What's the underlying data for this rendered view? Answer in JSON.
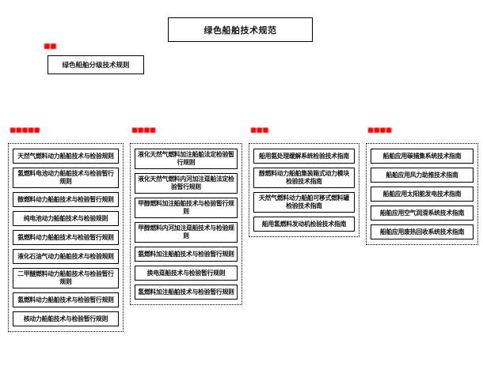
{
  "title": {
    "label": "绿色船舶技术规范"
  },
  "level2": {
    "note": "■■",
    "label": "绿色船舶分级技术规则"
  },
  "columns": [
    {
      "header": "■■■■■",
      "items": [
        {
          "label": "天然气燃料动力船舶技术与检验规则"
        },
        {
          "label": "氢燃料电池动力船舶技术与检验暂行规则"
        },
        {
          "label": "醇燃料动力船舶技术与检验暂行规则"
        },
        {
          "label": "纯电池动力船舶技术与检验规则"
        },
        {
          "label": "氨燃料动力船舶技术与检验暂行规则"
        },
        {
          "label": "液化石油气动力船舶技术与检验规则"
        },
        {
          "label": "二甲醚燃料动力船舶技术与检验暂行规则"
        },
        {
          "label": "氢燃料动力船舶技术与检验暂行规则"
        },
        {
          "label": "核动力船舶技术与检验暂行规则"
        }
      ]
    },
    {
      "header": "■■■■",
      "items": [
        {
          "label": "液化天然气燃料加注船舶法定检验暂行规则"
        },
        {
          "label": "液化天然气燃料内河加注趸船法定检验暂行规则"
        },
        {
          "label": "甲醇燃料加注船舶技术与检验暂行规则"
        },
        {
          "label": "甲醇燃料内河加注趸船技术与检验规则"
        },
        {
          "label": "氨燃料加注船舶技术与检验暂行规则"
        },
        {
          "label": "换电趸船技术与检验暂行规则"
        },
        {
          "label": "氢燃料加注船舶技术与检验暂行规则"
        }
      ]
    },
    {
      "header": "■■■",
      "items": [
        {
          "label": "船用氨处理缓解系统检验技术指南"
        },
        {
          "label": "醇燃料动力船舶集装箱式动力模块检验技术指南"
        },
        {
          "label": "天然气燃料动力船舶可移式燃料罐检验技术指南"
        },
        {
          "label": "船用氢燃料发动机检验技术指南"
        }
      ]
    },
    {
      "header": "■■■■",
      "items": [
        {
          "label": "船舶应用碳捕集系统技术指南"
        },
        {
          "label": "船舶应用风力助推技术指南"
        },
        {
          "label": "船舶应用太阳能发电技术指南"
        },
        {
          "label": "船舶应用空气润滑系统技术指南"
        },
        {
          "label": "船舶应用废热回收系统技术指南"
        }
      ]
    }
  ]
}
